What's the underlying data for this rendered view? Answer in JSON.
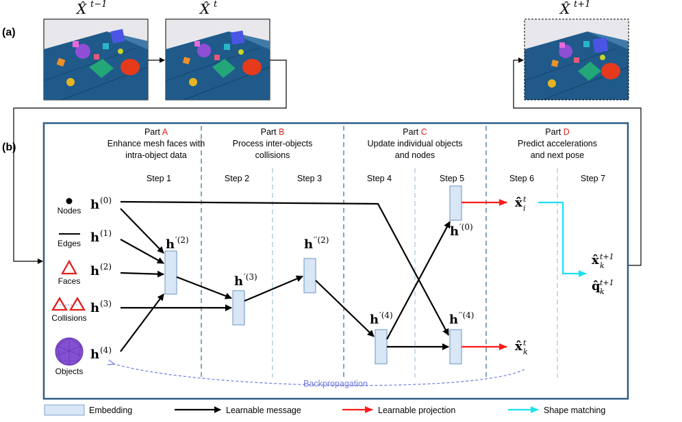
{
  "panel_labels": {
    "a": "(a)",
    "b": "(b)"
  },
  "frames": [
    {
      "label_base": "X̂",
      "label_sup": "t−1"
    },
    {
      "label_base": "X̂",
      "label_sup": "t"
    },
    {
      "label_base": "X̂",
      "label_sup": "t+1"
    }
  ],
  "parts": [
    {
      "prefix": "Part ",
      "letter": "A",
      "line1": "Enhance mesh faces with",
      "line2": "intra-object data"
    },
    {
      "prefix": "Part ",
      "letter": "B",
      "line1": "Process inter-objects",
      "line2": "collisions"
    },
    {
      "prefix": "Part ",
      "letter": "C",
      "line1": "Update individual objects",
      "line2": "and nodes"
    },
    {
      "prefix": "Part ",
      "letter": "D",
      "line1": "Predict accelerations",
      "line2": "and next pose"
    }
  ],
  "steps": [
    "Step 1",
    "Step 2",
    "Step 3",
    "Step 4",
    "Step 5",
    "Step 6",
    "Step 7"
  ],
  "inputs": [
    {
      "label": "Nodes",
      "h_sup": "(0)",
      "icon": "node-dot-icon"
    },
    {
      "label": "Edges",
      "h_sup": "(1)",
      "icon": "edge-line-icon"
    },
    {
      "label": "Faces",
      "h_sup": "(2)",
      "icon": "face-triangle-icon"
    },
    {
      "label": "Collisions",
      "h_sup": "(3)",
      "icon": "collision-triangles-icon"
    },
    {
      "label": "Objects",
      "h_sup": "(4)",
      "icon": "object-sphere-icon"
    }
  ],
  "embeddings": {
    "e1": {
      "prime": "′",
      "sup": "(2)"
    },
    "e2": {
      "prime": "′",
      "sup": "(3)"
    },
    "e3": {
      "prime": "′′",
      "sup": "(2)"
    },
    "e4": {
      "prime": "′",
      "sup": "(4)"
    },
    "e5": {
      "prime": "′",
      "sup": "(0)"
    },
    "e6": {
      "prime": "′′",
      "sup": "(4)"
    }
  },
  "outputs": {
    "xi": {
      "base": "x̂",
      "sub": "i",
      "sup": "t"
    },
    "xk": {
      "base": "x̂",
      "sub": "k",
      "sup": "t"
    },
    "xk1": {
      "base": "x̂",
      "sub": "k",
      "sup": "t+1"
    },
    "qk1": {
      "base": "q̂",
      "sub": "k",
      "sup": "t+1"
    }
  },
  "backprop_label": "Backpropagation",
  "legend": {
    "embedding": "Embedding",
    "learnable_message": "Learnable message",
    "learnable_projection": "Learnable projection",
    "shape_matching": "Shape matching"
  },
  "colors": {
    "frame_blue": "#2a5d86",
    "embedding_fill": "#d9e6f5",
    "embedding_stroke": "#7fa3cc",
    "message_arrow": "#000000",
    "projection_arrow": "#ff1a1a",
    "shape_arrow": "#1ee0ee",
    "backprop": "#6b78e0",
    "dashed_divider": "#7aa6c2",
    "part_letter_red": "#e0201b"
  }
}
